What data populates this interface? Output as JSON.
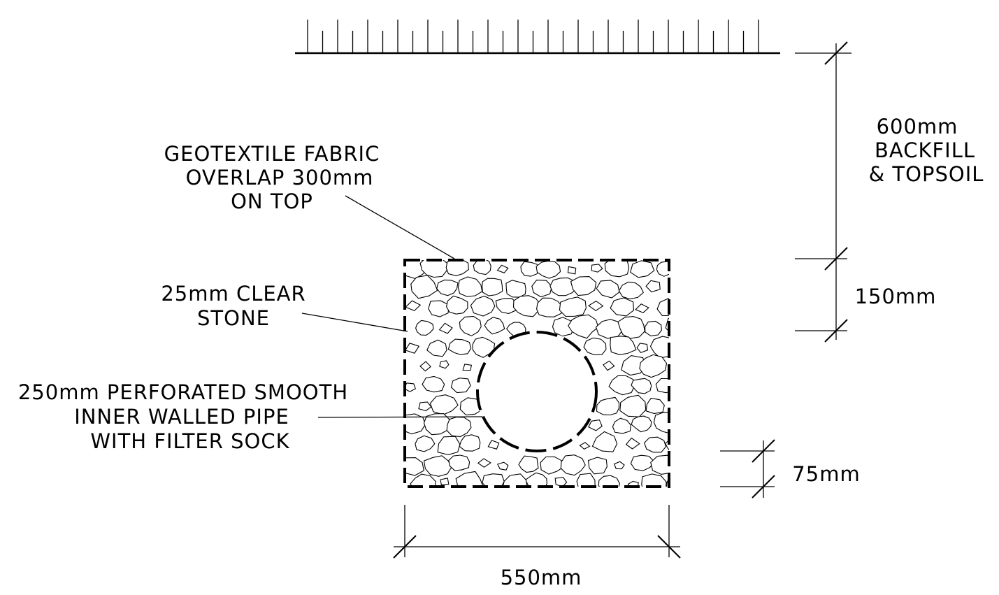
{
  "labels": {
    "geotextile": [
      "GEOTEXTILE  FABRIC",
      "OVERLAP  300mm",
      "ON  TOP"
    ],
    "stone": [
      "25mm  CLEAR",
      "STONE"
    ],
    "pipe": [
      "250mm  PERFORATED  SMOOTH",
      "INNER  WALLED  PIPE",
      "WITH  FILTER  SOCK"
    ],
    "backfill": [
      "600mm",
      "BACKFILL",
      "& TOPSOIL"
    ]
  },
  "dimensions": {
    "stone_above_pipe": "150mm",
    "stone_below_pipe": "75mm",
    "trench_width": "550mm"
  },
  "colors": {
    "line": "#000000",
    "background": "#ffffff"
  }
}
